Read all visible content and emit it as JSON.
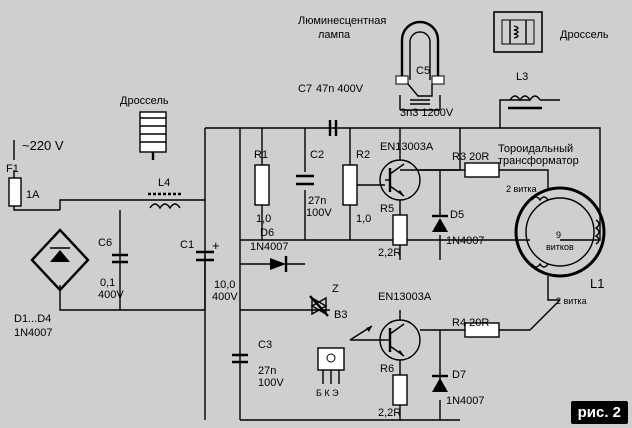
{
  "figure_label": "рис. 2",
  "labels": {
    "lamp": [
      "Люминесцентная",
      "лампа"
    ],
    "choke_top": "Дроссель",
    "choke_left": "Дроссель",
    "toroid": [
      "Тороидальный",
      "трансформатор"
    ],
    "voltage": "~220 V",
    "c7": "C7",
    "c7_value": "47n  400V",
    "c5": "C5",
    "c5_value": "3n3  1200V",
    "l3": "L3",
    "l4": "L4",
    "l1": "L1",
    "f1": "F1",
    "f1_value": "1A",
    "r1": "R1",
    "r1_value": "1,0",
    "c2": "C2",
    "c2_value": [
      "27n",
      "100V"
    ],
    "r2": "R2",
    "r2_value": "1,0",
    "q_top": "EN13003A",
    "q_bottom": "EN13003A",
    "r3": "R3  20R",
    "r4": "R4  20R",
    "r5": "R5",
    "r5_value": "2,2R",
    "r6": "R6",
    "r6_value": "2,2R",
    "d5": "D5",
    "d5_value": "1N4007",
    "d6": "D6",
    "d6_value": "1N4007",
    "d7": "D7",
    "d7_value": "1N4007",
    "c6": "C6",
    "c6_value": [
      "0,1",
      "400V"
    ],
    "c1": "C1",
    "c1_value": [
      "10,0",
      "400V"
    ],
    "c3": "C3",
    "c3_value": [
      "27n",
      "100V"
    ],
    "bridge": [
      "D1...D4",
      "1N4007"
    ],
    "z": "Z",
    "b3": "B3",
    "pins": "Б К Э",
    "turns_top": "2 витка",
    "turns_mid": [
      "9",
      "витков"
    ],
    "turns_bot": "2 витка"
  },
  "colors": {
    "background": "#cfcfcf",
    "ink": "#000000",
    "badge": "#000000"
  }
}
